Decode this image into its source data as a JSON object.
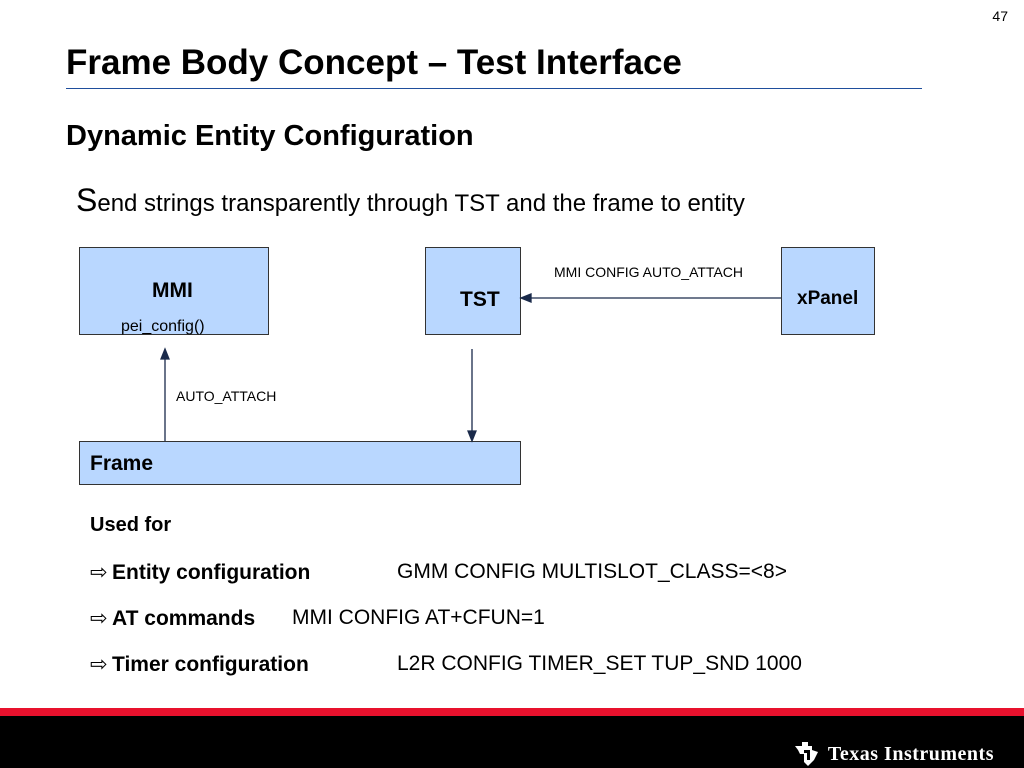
{
  "page_number": "47",
  "title": "Frame Body Concept – Test Interface",
  "subtitle": "Dynamic Entity Configuration",
  "intro": {
    "first_letter": "S",
    "rest": "end strings transparently through TST and the frame to entity"
  },
  "diagram": {
    "mmi": {
      "label": "MMI",
      "sublabel": "pei_config()"
    },
    "tst": {
      "label": "TST"
    },
    "xpanel": {
      "label": "xPanel"
    },
    "frame": {
      "label": "Frame"
    },
    "edge_xpanel_to_tst": "MMI CONFIG AUTO_ATTACH",
    "edge_frame_to_mmi": "AUTO_ATTACH"
  },
  "used_for": {
    "heading": "Used for",
    "items": [
      {
        "name": "Entity configuration",
        "value": "GMM CONFIG MULTISLOT_CLASS=<8>"
      },
      {
        "name": "AT commands",
        "value": "MMI CONFIG AT+CFUN=1"
      },
      {
        "name": "Timer configuration",
        "value": "L2R CONFIG TIMER_SET TUP_SND 1000"
      }
    ]
  },
  "footer": {
    "logo_text": "Texas Instruments",
    "logo_icon": "ti-logo-icon",
    "accent_color": "#e8112d"
  },
  "colors": {
    "box_fill": "#b9d7ff",
    "title_rule": "#1f4e9c"
  }
}
